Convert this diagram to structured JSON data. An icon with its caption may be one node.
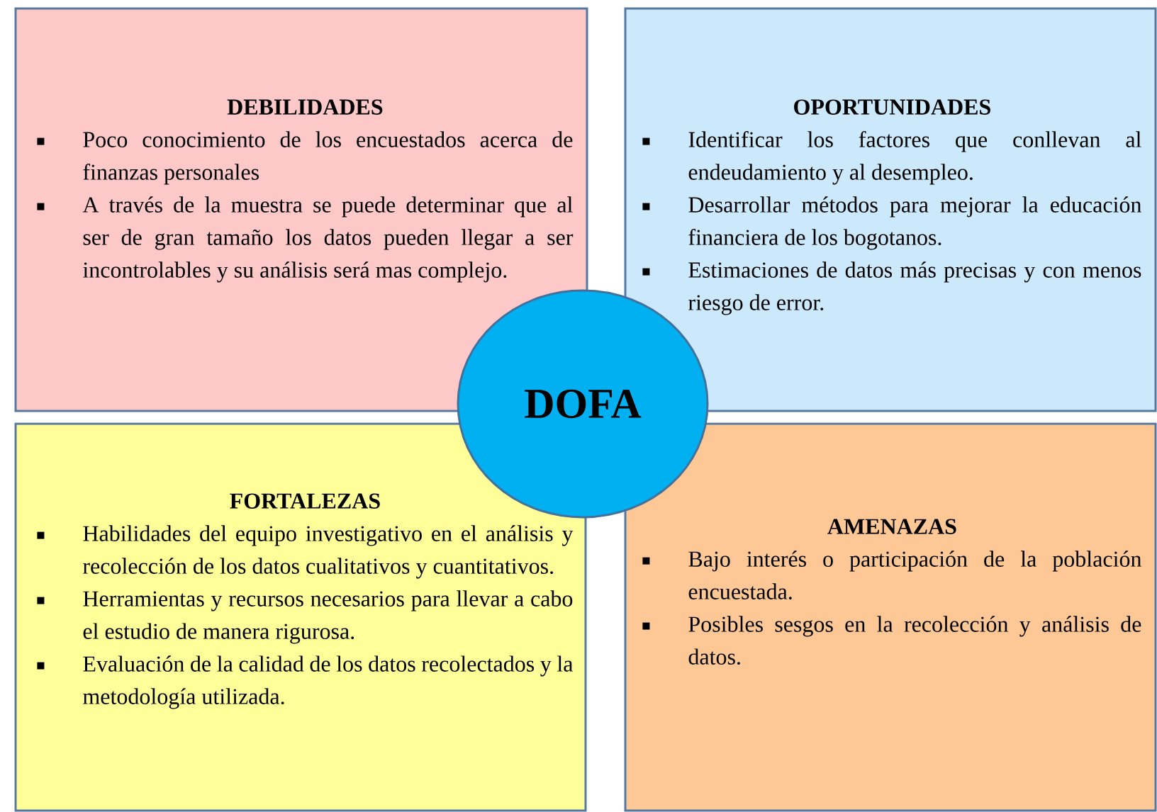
{
  "diagram": {
    "nodes": [
      {
        "text": [
          "DEBILIDADES",
          "Poco conocimiento de los encuestados acerca de finanzas personales",
          "A través de la muestra se puede determinar que al ser de gran tamaño los datos pueden llegar a ser incontrolables y su análisis será mas complejo."
        ]
      },
      {
        "text": [
          "OPORTUNIDADES",
          "Identificar los factores que conllevan al endeudamiento y al desempleo.",
          "Desarrollar métodos para mejorar la educación financiera de los bogotanos.",
          "Estimaciones de datos más precisas y con menos riesgo de error."
        ]
      },
      {
        "text": [
          "FORTALEZAS",
          "Habilidades del equipo investigativo en el análisis y recolección de los datos cualitativos y cuantitativos.",
          "Herramientas y recursos necesarios para llevar a cabo el estudio de manera rigurosa.",
          "Evaluación de la calidad de los datos recolectados y la metodología utilizada."
        ]
      },
      {
        "text": [
          "AMENAZAS",
          "Bajo interés o participación de la población encuestada.",
          "Posibles sesgos en la recolección y análisis de datos."
        ]
      },
      {
        "text": [
          "DOFA"
        ]
      }
    ]
  }
}
